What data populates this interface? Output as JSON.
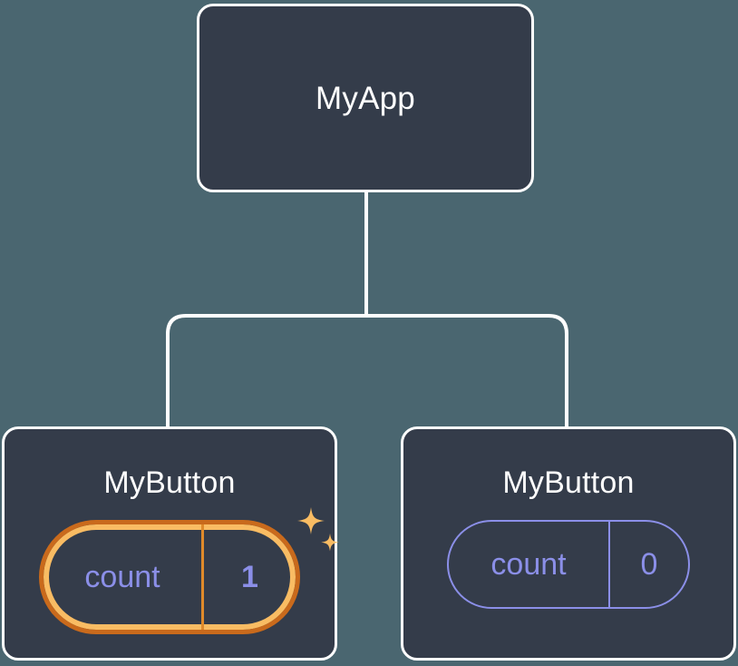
{
  "diagram": {
    "type": "component-tree",
    "background_color": "#4a6670",
    "node_fill_color": "#343c4a",
    "node_border_color": "#ffffff",
    "highlight_outer_color": "#c96a1c",
    "highlight_inner_color": "#f9bc63",
    "state_text_color": "#8b8fe8",
    "sparkle_color": "#f9bc63"
  },
  "root": {
    "title": "MyApp"
  },
  "children": [
    {
      "title": "MyButton",
      "state": {
        "key": "count",
        "value": "1"
      },
      "highlighted": true,
      "sparkle": true
    },
    {
      "title": "MyButton",
      "state": {
        "key": "count",
        "value": "0"
      },
      "highlighted": false,
      "sparkle": false
    }
  ]
}
